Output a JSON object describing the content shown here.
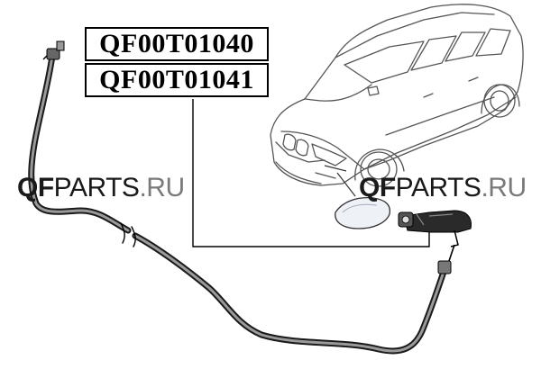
{
  "part_numbers": [
    "QF00T01040",
    "QF00T01041"
  ],
  "watermarks": [
    {
      "brand": "QF",
      "rest": "PARTS",
      "domain": ".RU"
    },
    {
      "brand": "QF",
      "rest": "PARTS",
      "domain": ".RU"
    }
  ],
  "colors": {
    "line": "#000000",
    "hose": "#222222",
    "watermark": "#1a1a1a",
    "watermark_domain": "#7a7a7a"
  }
}
